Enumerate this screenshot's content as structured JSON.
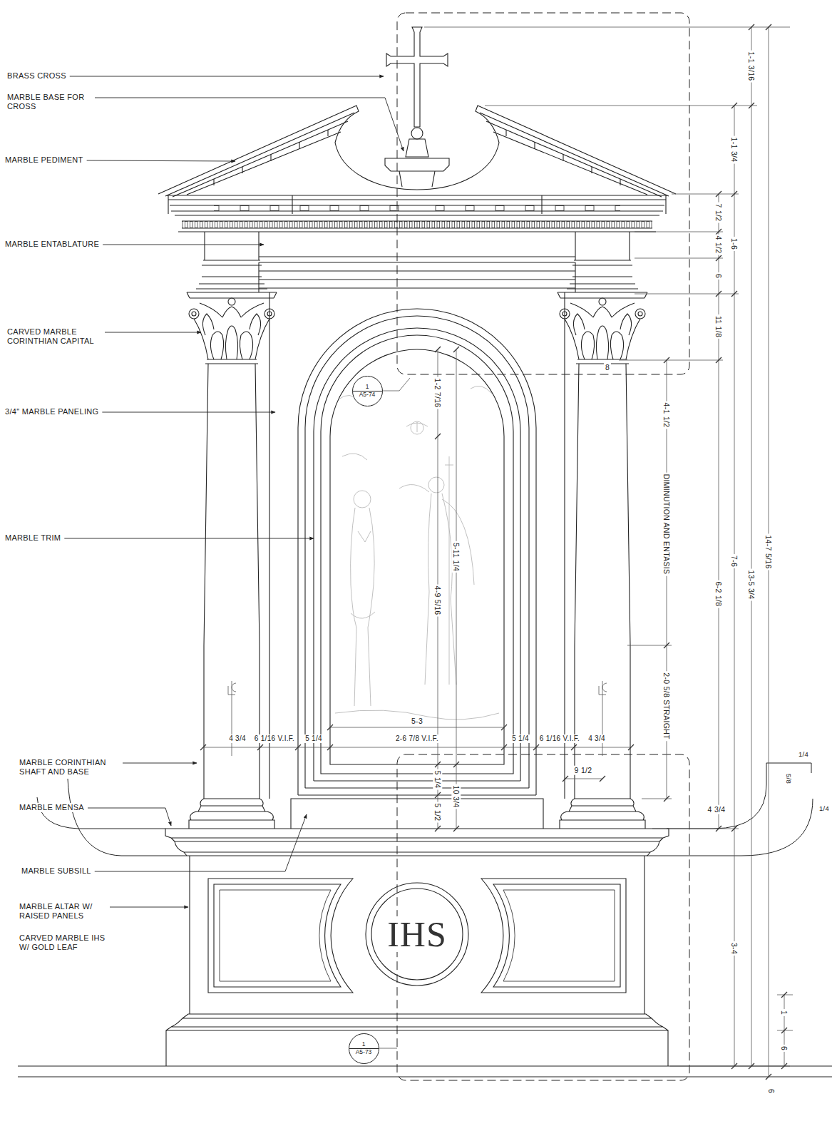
{
  "diagram": {
    "nodes": [
      {
        "text": [
          "1",
          "A5-74"
        ]
      },
      {
        "text": [
          "1",
          "A5-73"
        ]
      }
    ],
    "labels": [
      "BRASS CROSS",
      "MARBLE BASE FOR CROSS",
      "MARBLE PEDIMENT",
      "MARBLE ENTABLATURE",
      "CARVED MARBLE CORINTHIAN CAPITAL",
      "3/4\" MARBLE PANELING",
      "MARBLE TRIM",
      "MARBLE CORINTHIAN SHAFT AND BASE",
      "MARBLE MENSA",
      "MARBLE SUBSILL",
      "MARBLE ALTAR W/ RAISED PANELS",
      "CARVED MARBLE IHS W/ GOLD LEAF",
      "IHS",
      "1-1 3/16",
      "1-1 3/4",
      "7 1/2",
      "4 1/2",
      "1-6",
      "6",
      "11 1/8",
      "8",
      "1-2 7/16",
      "4-1 1/2",
      "DIMINUTION AND ENTASIS",
      "5-11 1/4",
      "4-9 5/16",
      "7-6",
      "6-2 1/8",
      "13-5 3/4",
      "14-7 5/16",
      "2-0 5/8 STRAIGHT",
      "5-3",
      "4 3/4",
      "6 1/16 V.I.F.",
      "5 1/4",
      "2-6 7/8 V.I.F.",
      "5 1/4",
      "6 1/16 V.I.F.",
      "4 3/4",
      "1/4",
      "9 1/2",
      "5/8",
      "5 1/4",
      "10 3/4",
      "1/4",
      "4 3/4",
      "5 1/2",
      "3-4",
      "1",
      "6",
      "6"
    ]
  }
}
